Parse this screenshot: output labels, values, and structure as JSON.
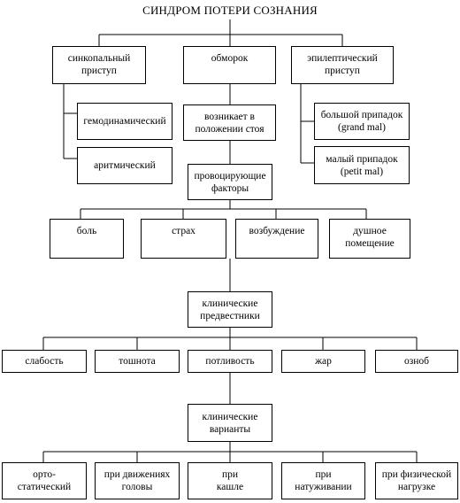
{
  "title": "СИНДРОМ ПОТЕРИ СОЗНАНИЯ",
  "types": {
    "syncope": "синкопальный\nприступ",
    "faint": "обморок",
    "epileptic": "эпилептический\nприступ"
  },
  "syncope_kinds": {
    "hemodynamic": "гемодинамический",
    "arrhythmic": "аритмический"
  },
  "faint_details": {
    "occurs_standing": "возникает в\nположении стоя",
    "provoking": "провоцирующие\nфакторы"
  },
  "epileptic_kinds": {
    "grand_mal": "большой припадок\n(grand mal)",
    "petit_mal": "малый припадок\n(petit mal)"
  },
  "factors": [
    "боль",
    "страх",
    "возбуждение",
    "душное\nпомещение"
  ],
  "precursors_header": "клинические\nпредвестники",
  "precursors": [
    "слабость",
    "тошнота",
    "потливость",
    "жар",
    "озноб"
  ],
  "variants_header": "клинические\nварианты",
  "variants": [
    "орто-\nстатический",
    "при движениях\nголовы",
    "при\nкашле",
    "при\nнатуживании",
    "при физической\nнагрузке"
  ]
}
